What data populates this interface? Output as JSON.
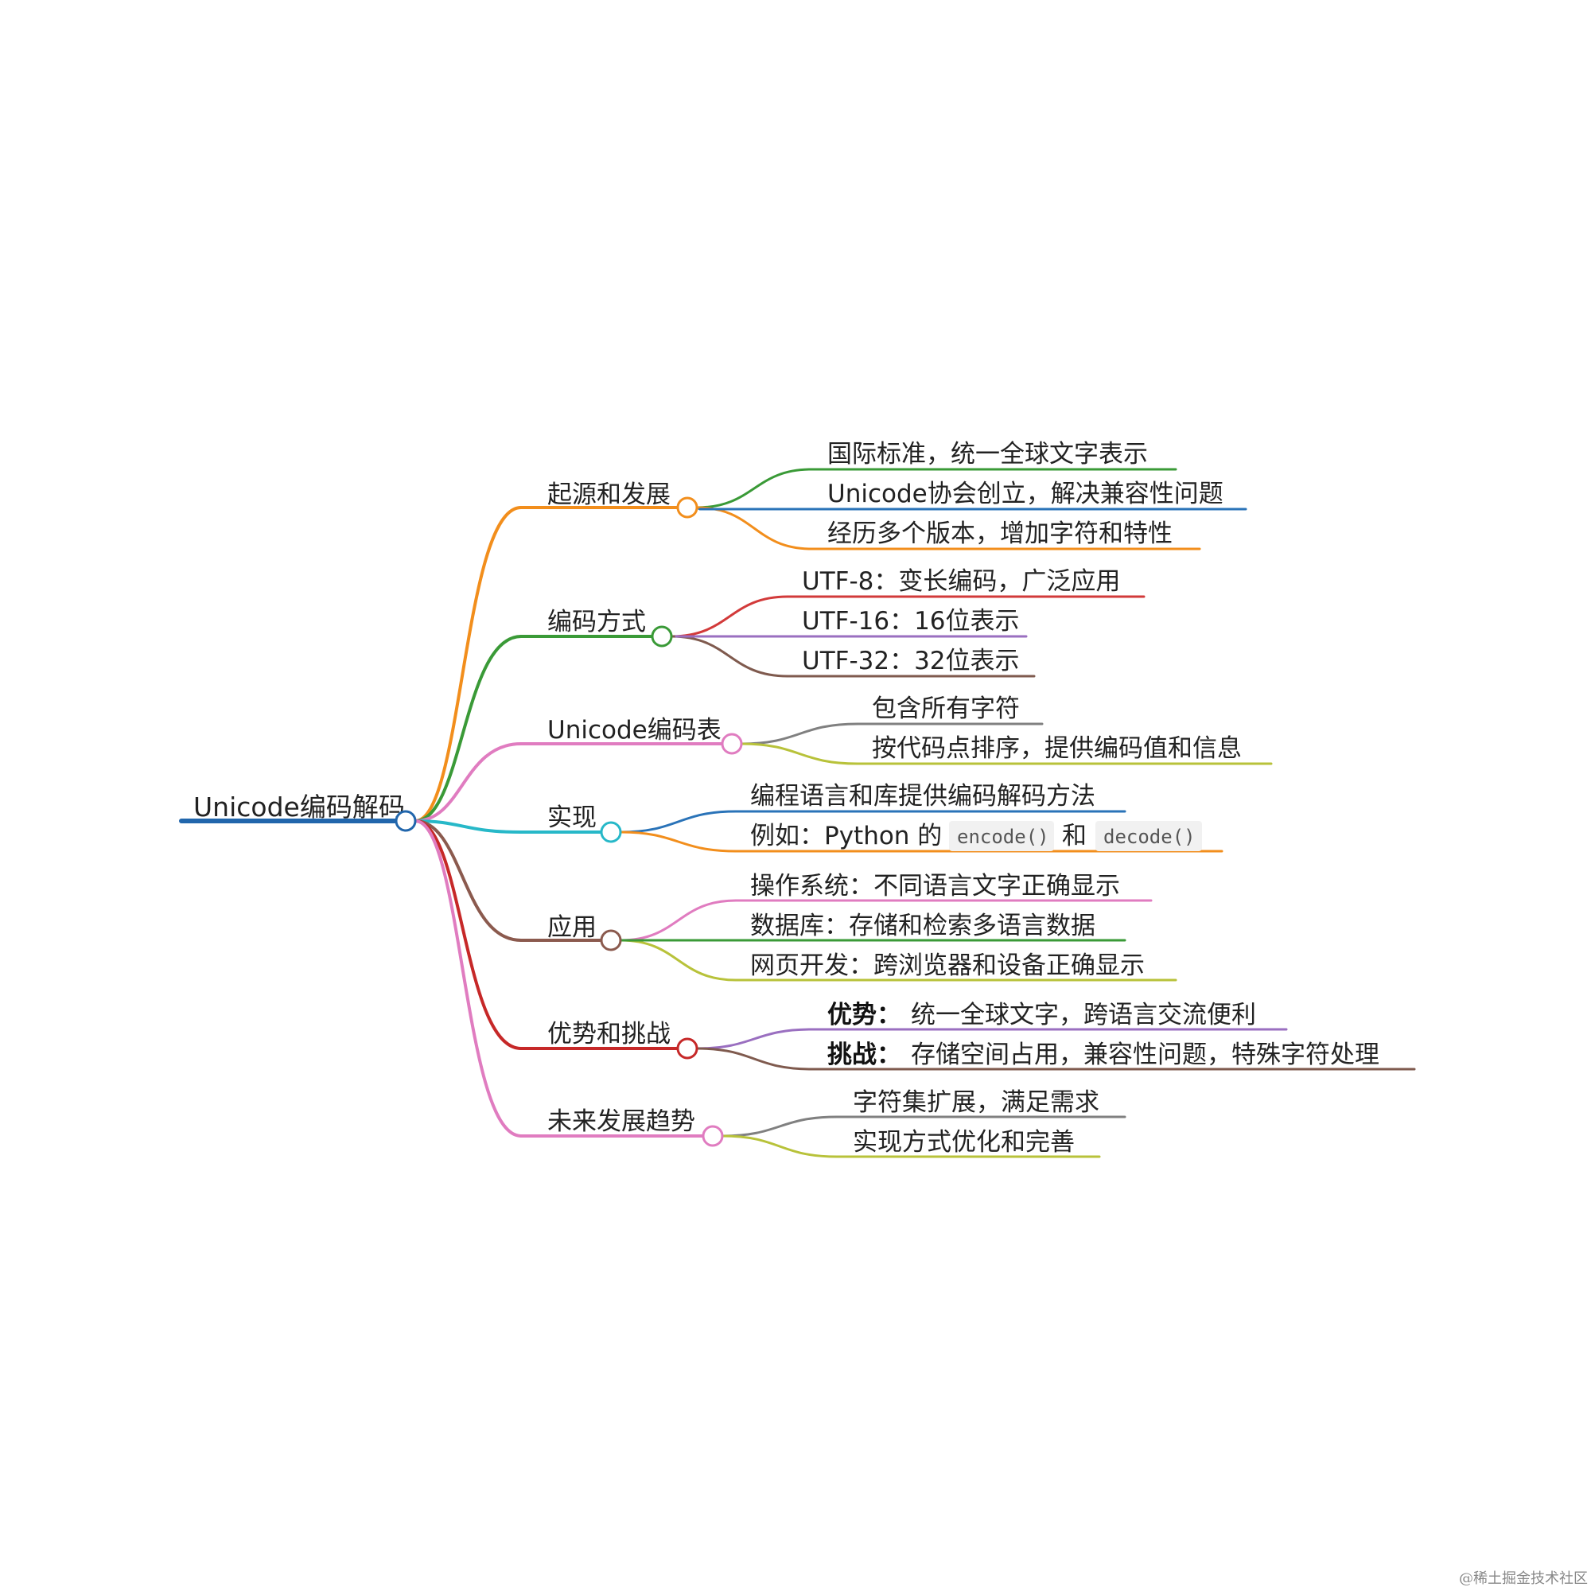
{
  "root": {
    "label": "Unicode编码解码",
    "color": "#2166ac"
  },
  "branches": [
    {
      "label": "起源和发展",
      "color": "#f28e1c",
      "children": [
        {
          "text": "国际标准，统一全球文字表示",
          "color": "#3a9a37"
        },
        {
          "text": "Unicode协会创立，解决兼容性问题",
          "color": "#2a73b8"
        },
        {
          "text": "经历多个版本，增加字符和特性",
          "color": "#f28e1c"
        }
      ]
    },
    {
      "label": "编码方式",
      "color": "#3a9a37",
      "children": [
        {
          "text": "UTF-8：变长编码，广泛应用",
          "color": "#d23a3a"
        },
        {
          "text": "UTF-16：16位表示",
          "color": "#9a6fc0"
        },
        {
          "text": "UTF-32：32位表示",
          "color": "#7f5a4e"
        }
      ]
    },
    {
      "label": "Unicode编码表",
      "color": "#e07cc0",
      "children": [
        {
          "text": "包含所有字符",
          "color": "#808080"
        },
        {
          "text": "按代码点排序，提供编码值和信息",
          "color": "#b8c23a"
        }
      ]
    },
    {
      "label": "实现",
      "color": "#27b8c8",
      "children": [
        {
          "text": "编程语言和库提供编码解码方法",
          "color": "#2a73b8"
        },
        {
          "text_parts": [
            "例如：Python 的",
            "和"
          ],
          "code": [
            "encode()",
            "decode()"
          ],
          "color": "#f28e1c"
        }
      ]
    },
    {
      "label": "应用",
      "color": "#8b5a4e",
      "children": [
        {
          "text": "操作系统：不同语言文字正确显示",
          "color": "#e07cc0"
        },
        {
          "text": "数据库：存储和检索多语言数据",
          "color": "#3a9a37"
        },
        {
          "text": "网页开发：跨浏览器和设备正确显示",
          "color": "#b8c23a"
        }
      ]
    },
    {
      "label": "优势和挑战",
      "color": "#c62828",
      "children": [
        {
          "bold": "优势：",
          "text": "统一全球文字，跨语言交流便利",
          "color": "#9a6fc0"
        },
        {
          "bold": "挑战：",
          "text": "存储空间占用，兼容性问题，特殊字符处理",
          "color": "#7f5a4e"
        }
      ]
    },
    {
      "label": "未来发展趋势",
      "color": "#e07cc0",
      "children": [
        {
          "text": "字符集扩展，满足需求",
          "color": "#808080"
        },
        {
          "text": "实现方式优化和完善",
          "color": "#b8c23a"
        }
      ]
    }
  ],
  "watermark": "@稀土掘金技术社区"
}
